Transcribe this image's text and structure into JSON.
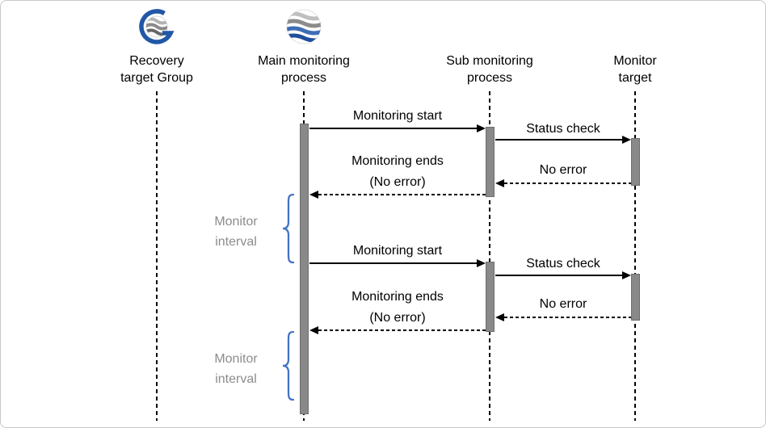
{
  "diagram": {
    "lifelines": [
      {
        "name": "recovery-target-group",
        "line1": "Recovery",
        "line2": "target Group",
        "icon": "striped-globe-g-logo-icon"
      },
      {
        "name": "main-monitoring-process",
        "line1": "Main monitoring",
        "line2": "process",
        "icon": "wave-globe-icon"
      },
      {
        "name": "sub-monitoring-process",
        "line1": "Sub monitoring",
        "line2": "process"
      },
      {
        "name": "monitor-target",
        "line1": "Monitor",
        "line2": "target"
      }
    ],
    "messages": [
      {
        "label": "Monitoring start",
        "type": "solid",
        "from": "main-monitoring-process",
        "to": "sub-monitoring-process"
      },
      {
        "label": "Status check",
        "type": "solid",
        "from": "sub-monitoring-process",
        "to": "monitor-target"
      },
      {
        "label": "No error",
        "type": "dashed-return",
        "from": "monitor-target",
        "to": "sub-monitoring-process"
      },
      {
        "label": "Monitoring ends",
        "sublabel": "(No error)",
        "type": "dashed-return",
        "from": "sub-monitoring-process",
        "to": "main-monitoring-process"
      },
      {
        "label": "Monitoring start",
        "type": "solid",
        "from": "main-monitoring-process",
        "to": "sub-monitoring-process"
      },
      {
        "label": "Status check",
        "type": "solid",
        "from": "sub-monitoring-process",
        "to": "monitor-target"
      },
      {
        "label": "No error",
        "type": "dashed-return",
        "from": "monitor-target",
        "to": "sub-monitoring-process"
      },
      {
        "label": "Monitoring ends",
        "sublabel": "(No error)",
        "type": "dashed-return",
        "from": "sub-monitoring-process",
        "to": "main-monitoring-process"
      }
    ],
    "annotations": [
      {
        "line1": "Monitor",
        "line2": "interval"
      },
      {
        "line1": "Monitor",
        "line2": "interval"
      }
    ],
    "colors": {
      "brace_blue": "#4472C4",
      "activation_gray": "#898989",
      "annotation_gray": "#8C8C8C",
      "line_black": "#000000",
      "border_gray": "#C8C8C8",
      "logo_blue": "#2157A6"
    }
  }
}
